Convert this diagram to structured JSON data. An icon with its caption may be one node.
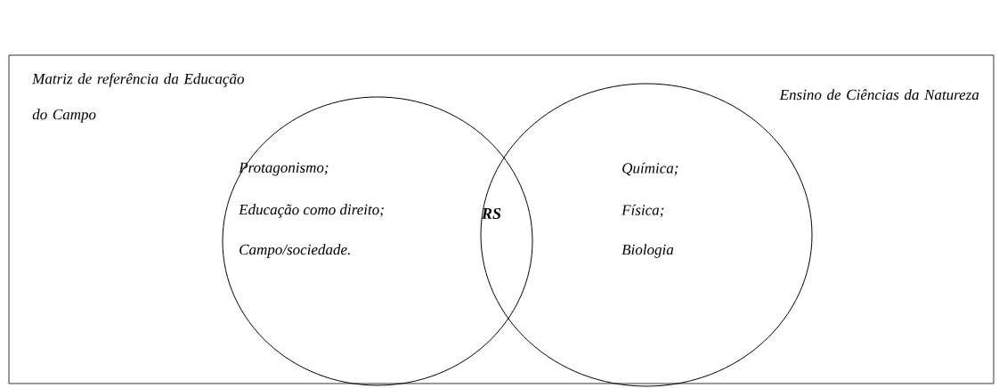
{
  "diagram": {
    "nodes": [
      {
        "text": [
          "Matriz de referência da Educação do Campo",
          "Protagonismo;",
          "Educação como direito;",
          "Campo/sociedade."
        ]
      },
      {
        "text": [
          "Ensino de Ciências da Natureza",
          "Química;",
          "Física;",
          "Biologia"
        ]
      }
    ],
    "labels": [
      "RS"
    ]
  }
}
